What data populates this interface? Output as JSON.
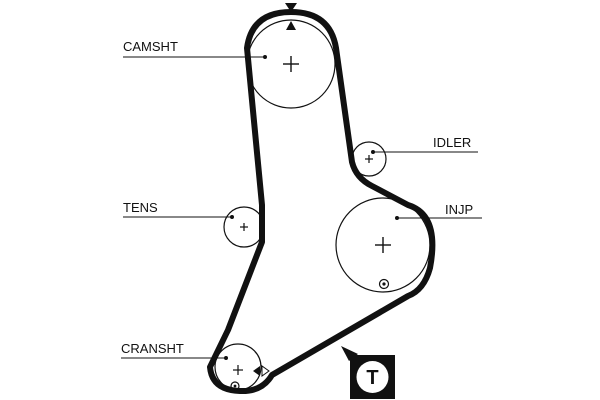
{
  "labels": {
    "camshaft": "CAMSHT",
    "idler": "IDLER",
    "tensioner": "TENS",
    "injection_pump": "INJP",
    "crankshaft": "CRANSHT"
  },
  "badge": {
    "letter": "T"
  },
  "colors": {
    "ink": "#111111",
    "background": "#ffffff"
  }
}
